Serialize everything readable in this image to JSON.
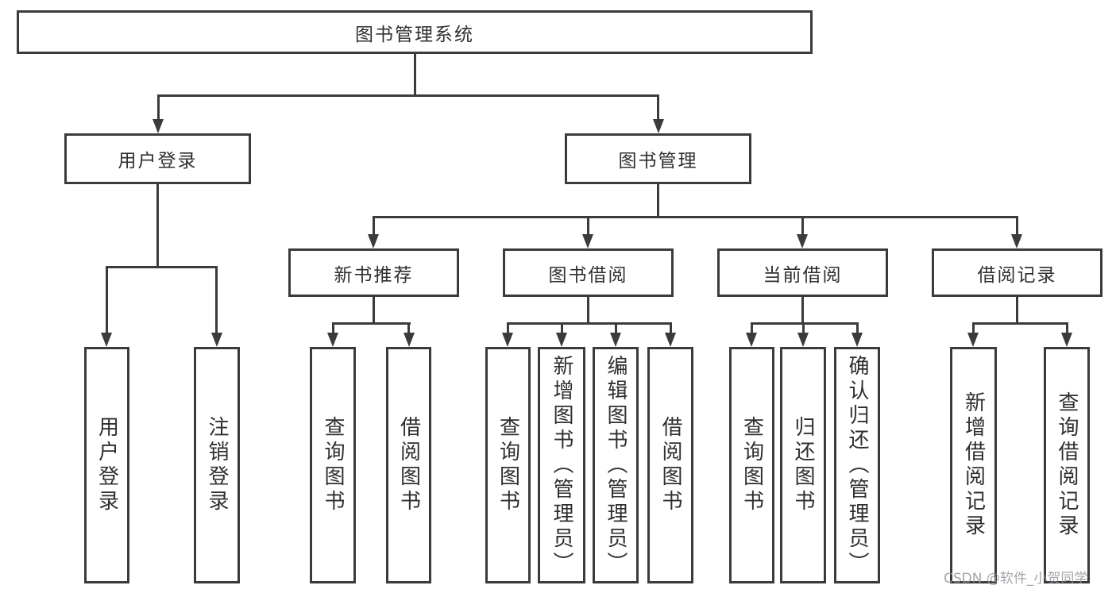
{
  "tree": {
    "label": "图书管理系统",
    "children": [
      {
        "label": "用户登录",
        "children": [
          {
            "label": "用户登录"
          },
          {
            "label": "注销登录"
          }
        ]
      },
      {
        "label": "图书管理",
        "children": [
          {
            "label": "新书推荐",
            "children": [
              {
                "label": "查询图书"
              },
              {
                "label": "借阅图书"
              }
            ]
          },
          {
            "label": "图书借阅",
            "children": [
              {
                "label": "查询图书"
              },
              {
                "label": "新增图书（管理员）"
              },
              {
                "label": "编辑图书（管理员）"
              },
              {
                "label": "借阅图书"
              }
            ]
          },
          {
            "label": "当前借阅",
            "children": [
              {
                "label": "查询图书"
              },
              {
                "label": "归还图书"
              },
              {
                "label": "确认归还（管理员）"
              }
            ]
          },
          {
            "label": "借阅记录",
            "children": [
              {
                "label": "新增借阅记录"
              },
              {
                "label": "查询借阅记录"
              }
            ]
          }
        ]
      }
    ]
  },
  "watermark": "CSDN @软件_小贺同学",
  "colors": {
    "border": "#3b3b3b",
    "text": "#2f2f2f",
    "background": "#ffffff",
    "watermark": "#94959c"
  }
}
